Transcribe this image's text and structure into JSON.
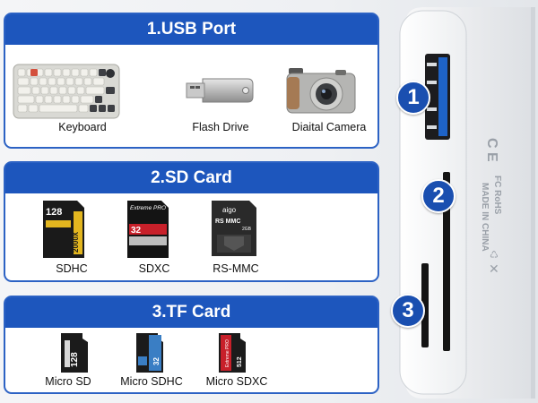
{
  "sections": [
    {
      "title": "1.USB Port",
      "items": [
        "Keyboard",
        "Flash Drive",
        "Diaital Camera"
      ]
    },
    {
      "title": "2.SD Card",
      "items": [
        "SDHC",
        "SDXC",
        "RS-MMC"
      ]
    },
    {
      "title": "3.TF Card",
      "items": [
        "Micro SD",
        "Micro SDHC",
        "Micro SDXC"
      ]
    }
  ],
  "badges": [
    "1",
    "2",
    "3"
  ],
  "card_text": {
    "sdhc_cap": "128",
    "sdhc_speed": "2000X",
    "sdxc_brand": "Extreme PRO",
    "sdxc_cap": "32",
    "rsmmc_brand": "aigo",
    "rsmmc_name": "RS MMC",
    "rsmmc_cap": "2GB",
    "tf1_cap": "128",
    "tf2_cap": "32",
    "tf3_brand": "Extreme PRO",
    "tf3_cap": "512"
  },
  "device_marks": {
    "ce": "C E",
    "fc": "FC RoHS",
    "made": "MADE IN CHINA"
  },
  "colors": {
    "accent": "#1d56bd",
    "badge": "#1a4fb0",
    "border": "#2c62c4"
  }
}
